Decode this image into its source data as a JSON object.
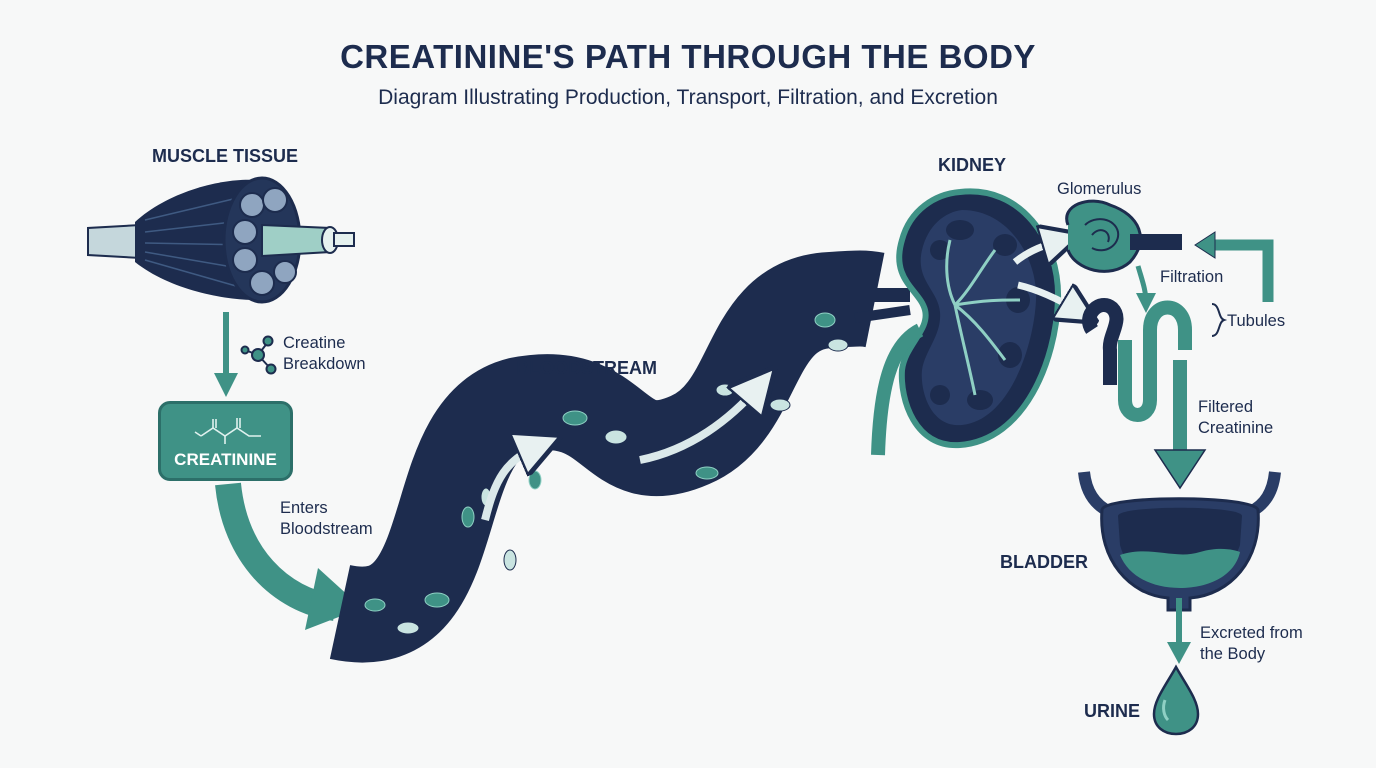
{
  "title": "CREATININE'S PATH THROUGH THE BODY",
  "subtitle": "Diagram Illustrating Production, Transport, Filtration, and Excretion",
  "labels": {
    "muscle": "MUSCLE TISSUE",
    "creatine_breakdown": [
      "Creatine",
      "Breakdown"
    ],
    "creatinine": "CREATININE",
    "enters": [
      "Enters",
      "Bloodstream"
    ],
    "bloodstream": "BLOODSTREAM",
    "kidney": "KIDNEY",
    "glomerulus": "Glomerulus",
    "filtration": "Filtration",
    "tubules": "Tubules",
    "filtered": [
      "Filtered",
      "Creatinine"
    ],
    "bladder": "BLADDER",
    "excreted": [
      "Excreted from",
      "the Body"
    ],
    "urine": "URINE"
  },
  "colors": {
    "navy": "#1d2c4e",
    "teal": "#3f9286",
    "light_teal": "#8fd0c4",
    "background": "#f7f8f8"
  }
}
